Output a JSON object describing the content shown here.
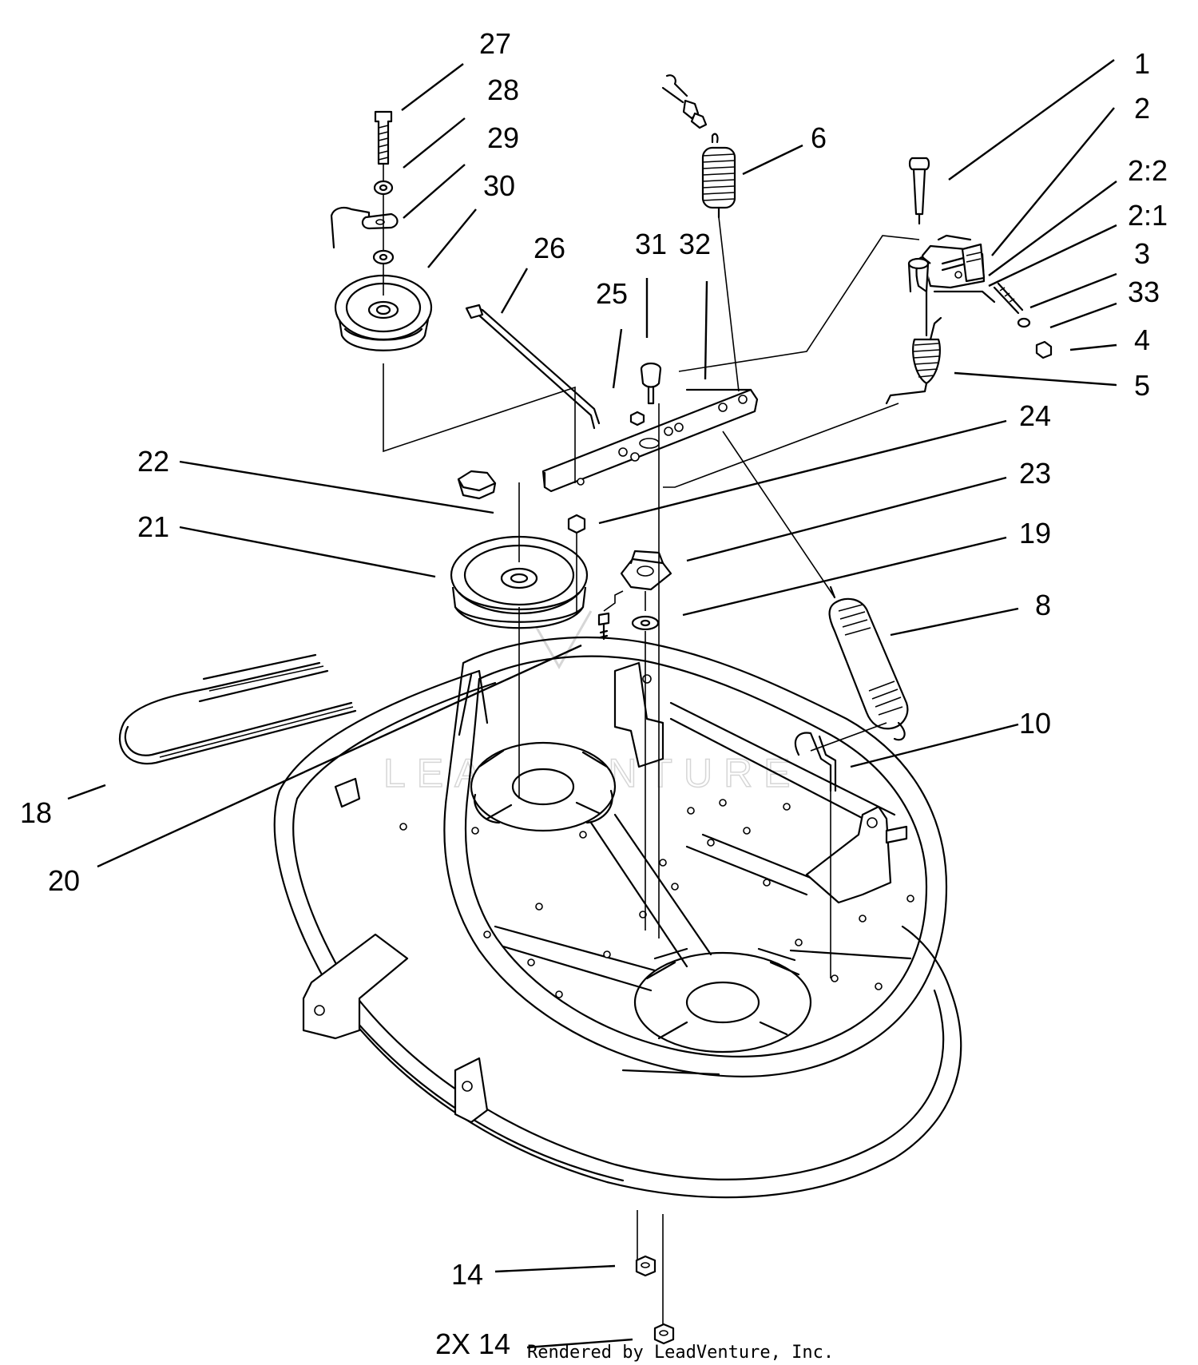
{
  "watermark": {
    "text": "LEADVENTURE"
  },
  "credit": "Rendered by LeadVenture, Inc.",
  "callouts": [
    {
      "id": "1",
      "label": "1"
    },
    {
      "id": "2",
      "label": "2"
    },
    {
      "id": "2-2",
      "label": "2:2"
    },
    {
      "id": "2-1",
      "label": "2:1"
    },
    {
      "id": "3",
      "label": "3"
    },
    {
      "id": "33",
      "label": "33"
    },
    {
      "id": "4",
      "label": "4"
    },
    {
      "id": "5",
      "label": "5"
    },
    {
      "id": "6",
      "label": "6"
    },
    {
      "id": "8",
      "label": "8"
    },
    {
      "id": "10",
      "label": "10"
    },
    {
      "id": "14",
      "label": "14"
    },
    {
      "id": "2x14",
      "label": "2X 14"
    },
    {
      "id": "18",
      "label": "18"
    },
    {
      "id": "19",
      "label": "19"
    },
    {
      "id": "20",
      "label": "20"
    },
    {
      "id": "21",
      "label": "21"
    },
    {
      "id": "22",
      "label": "22"
    },
    {
      "id": "23",
      "label": "23"
    },
    {
      "id": "24",
      "label": "24"
    },
    {
      "id": "25",
      "label": "25"
    },
    {
      "id": "26",
      "label": "26"
    },
    {
      "id": "27",
      "label": "27"
    },
    {
      "id": "28",
      "label": "28"
    },
    {
      "id": "29",
      "label": "29"
    },
    {
      "id": "30",
      "label": "30"
    },
    {
      "id": "31",
      "label": "31"
    },
    {
      "id": "32",
      "label": "32"
    }
  ]
}
